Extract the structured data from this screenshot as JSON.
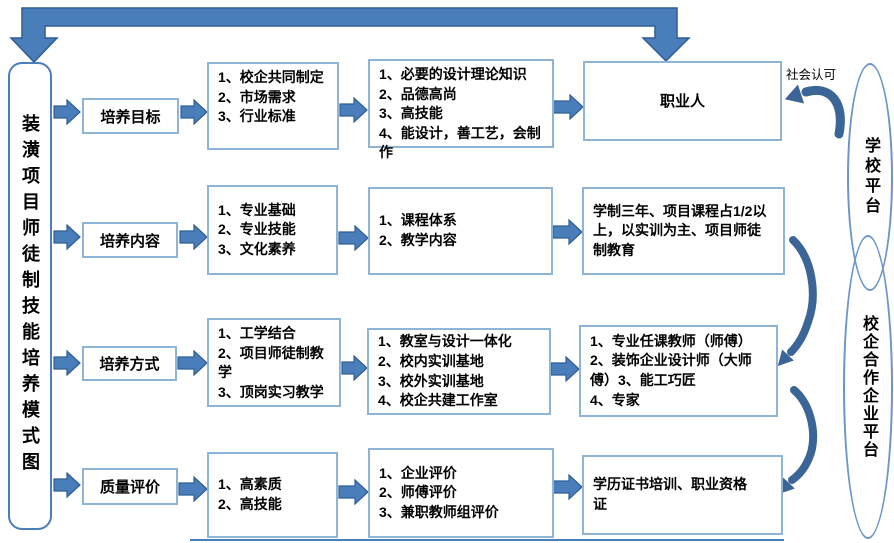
{
  "diagram": {
    "title": "装潢项目师徒制技能培养模式图",
    "social_label": "社会认可",
    "platform_school": "学校平台",
    "platform_enterprise": "校企合作企业平台",
    "rows": [
      {
        "label": "培养目标",
        "inputs": [
          "1、校企共同制定",
          "2、市场需求",
          "3、行业标准"
        ],
        "middle": [
          "1、必要的设计理论知识",
          "2、品德高尚",
          "3、高技能",
          "4、能设计，善工艺，会制作"
        ],
        "outcome": [
          "职业人"
        ]
      },
      {
        "label": "培养内容",
        "inputs": [
          "1、专业基础",
          "2、专业技能",
          "3、文化素养"
        ],
        "middle": [
          "1、课程体系",
          "2、教学内容"
        ],
        "outcome": [
          "学制三年、项目课程占1/2以上，以实训为主、项目师徒制教育"
        ]
      },
      {
        "label": "培养方式",
        "inputs": [
          "1、工学结合",
          "2、项目师徒制教学",
          "3、顶岗实习教学"
        ],
        "middle": [
          "1、教室与设计一体化",
          "2、校内实训基地",
          "3、校外实训基地",
          "4、校企共建工作室"
        ],
        "outcome": [
          "1、专业任课教师（师傅）",
          "2、装饰企业设计师（大师傅）3、能工巧匠",
          "4、专家"
        ]
      },
      {
        "label": "质量评价",
        "inputs": [
          "1、高素质",
          "2、高技能"
        ],
        "middle": [
          "1、企业评价",
          "2、师傅评价",
          "3、兼职教师组评价"
        ],
        "outcome": [
          "学历证书培训、职业资格证"
        ]
      }
    ],
    "colors": {
      "arrow": "#4a7ebb",
      "arrow_dark": "#2f5d93",
      "box_border": "#8eb4d8",
      "ellipse_border": "#6a96c8",
      "curve": "#3b6596"
    }
  }
}
